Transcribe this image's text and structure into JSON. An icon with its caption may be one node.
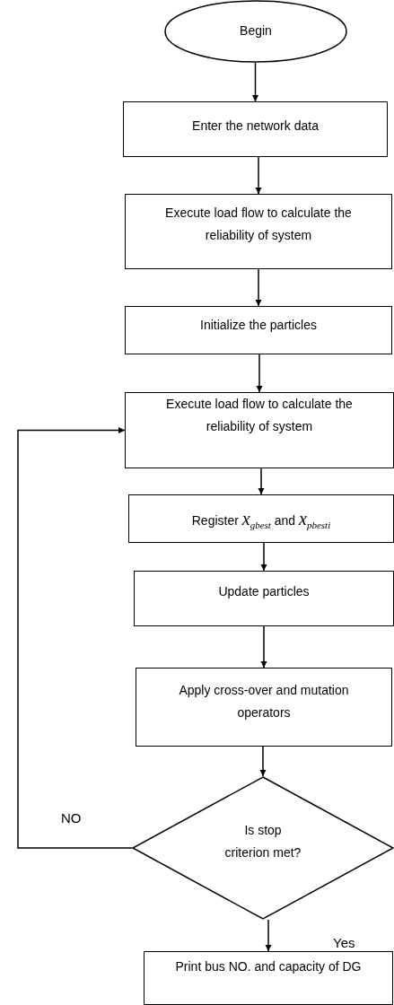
{
  "diagram": {
    "nodes": [
      {
        "text": [
          "Begin"
        ]
      },
      {
        "text": [
          "Enter the network data"
        ]
      },
      {
        "text": [
          "Execute load flow to calculate the reliability of system"
        ]
      },
      {
        "text": [
          "Initialize the particles"
        ]
      },
      {
        "text": [
          "Execute load flow to calculate the reliability of system"
        ]
      },
      {
        "text": [
          "Register *x*$_{gbest}$ and *x*$_{pbest}$$_{i}$"
        ]
      },
      {
        "text": [
          "Update particles"
        ]
      },
      {
        "text": [
          "Apply cross-over and mutation operators"
        ]
      },
      {
        "text": [
          "Is stop criterion met?"
        ]
      },
      {
        "text": [
          "Print bus NO. and capacity of DG"
        ]
      }
    ],
    "edges": [
      {
        "from": 0,
        "to": 1,
        "arrow": "to"
      },
      {
        "from": 1,
        "to": 2,
        "arrow": "to"
      },
      {
        "from": 2,
        "to": 3,
        "arrow": "to"
      },
      {
        "from": 3,
        "to": 4,
        "arrow": "to"
      },
      {
        "from": 4,
        "to": 5,
        "arrow": "to"
      },
      {
        "from": 5,
        "to": 6,
        "arrow": "to"
      },
      {
        "from": 6,
        "to": 7,
        "arrow": "to"
      },
      {
        "from": 7,
        "to": 8,
        "arrow": "to"
      },
      {
        "from": 8,
        "to": 4,
        "arrow": "to",
        "label": "NO"
      },
      {
        "from": 8,
        "to": 9,
        "arrow": "to",
        "label": "Yes"
      }
    ]
  }
}
